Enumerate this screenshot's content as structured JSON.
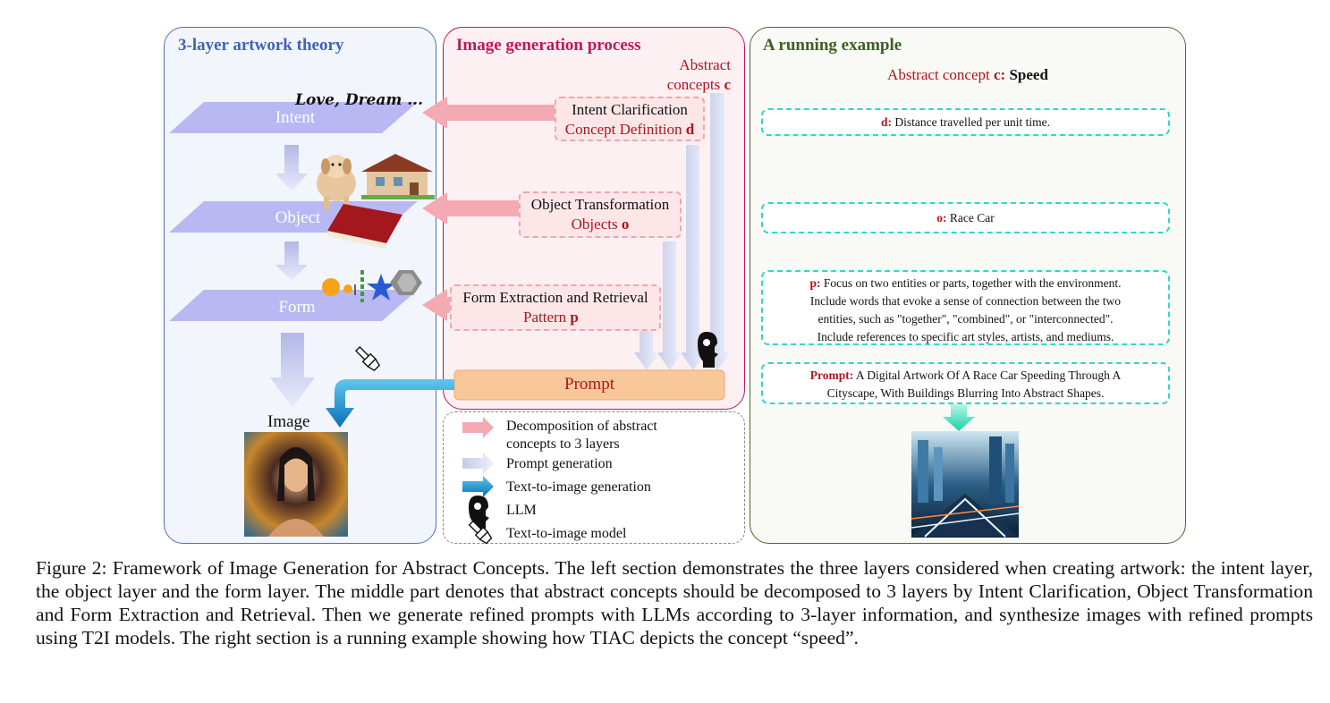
{
  "left": {
    "title": "3-layer artwork theory",
    "intent_label": "Intent",
    "intent_words": "Love, Dream ...",
    "object_label": "Object",
    "form_label": "Form",
    "image_label": "Image"
  },
  "middle": {
    "title": "Image generation process",
    "abstract_1": "Abstract",
    "abstract_2": "concepts ",
    "abstract_var": "c",
    "intent_box_1": "Intent Clarification",
    "intent_box_2": "Concept Definition ",
    "intent_var": "d",
    "object_box_1": "Object Transformation",
    "object_box_2": "Objects ",
    "object_var": "o",
    "form_box_1": "Form Extraction and Retrieval",
    "form_box_2": "Pattern ",
    "form_var": "p",
    "prompt_label": "Prompt"
  },
  "legend": {
    "decomp_1": "Decomposition of abstract",
    "decomp_2": "concepts to 3 layers",
    "prompt_gen": "Prompt generation",
    "t2i_gen": "Text-to-image generation",
    "llm": "LLM",
    "t2i_model": "Text-to-image model"
  },
  "right": {
    "title": "A running example",
    "concept_prefix": "Abstract concept ",
    "concept_var": "c:",
    "concept_value": " Speed",
    "d_key": "d:",
    "d_text": " Distance travelled per unit time.",
    "o_key": "o:",
    "o_text": " Race Car",
    "p_key": "p:",
    "p_line1": " Focus on two entities or parts, together with the environment.",
    "p_line2": "Include words that evoke a sense of connection between the two",
    "p_line3": "entities, such as \"together\", \"combined\", or \"interconnected\".",
    "p_line4": "Include references to specific art styles, artists, and mediums.",
    "prompt_key": "Prompt:",
    "prompt_line1": " A Digital Artwork Of A Race Car Speeding Through A",
    "prompt_line2": "Cityscape, With Buildings Blurring Into Abstract Shapes."
  },
  "caption": "Figure 2: Framework of Image Generation for Abstract Concepts. The left section demonstrates the three layers considered when creating artwork: the intent layer, the object layer and the form layer. The middle part denotes that abstract concepts should be decomposed to 3 layers by Intent Clarification, Object Transformation and Form Extraction and Retrieval. Then we generate refined prompts with LLMs according to 3-layer information, and synthesize images with refined prompts using T2I models. The right section is a running example showing how TIAC depicts the concept “speed”.",
  "colors": {
    "left_border": "#4a6fc0",
    "mid_border": "#c0185a",
    "right_border": "#4a6a2e",
    "slab": "#b9b8f3",
    "pink_arrow": "#f4aab2",
    "prompt_box": "#f9c89a",
    "blue_arrow": "#1a8fd0",
    "teal_dash": "#2fd8c4",
    "dark_red": "#b0141e"
  }
}
